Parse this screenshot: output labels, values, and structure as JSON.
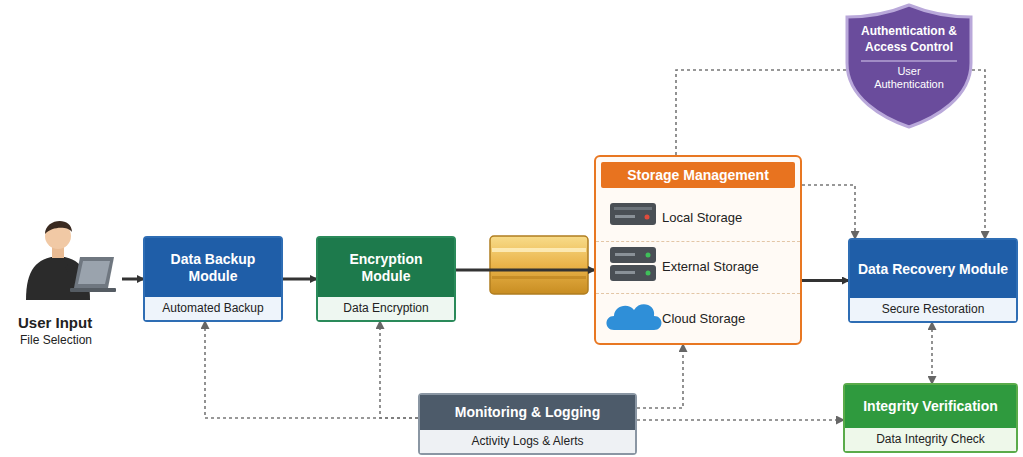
{
  "diagram": {
    "nodes": [
      {
        "text": [
          "User Input",
          "File Selection"
        ]
      },
      {
        "text": [
          "Data Backup Module",
          "Automated Backup"
        ]
      },
      {
        "text": [
          "Encryption Module",
          "Data Encryption"
        ]
      },
      {
        "text": [
          "Storage Management"
        ]
      },
      {
        "text": [
          "Local Storage"
        ],
        "in": 3
      },
      {
        "text": [
          "External Storage"
        ],
        "in": 3
      },
      {
        "text": [
          "Cloud Storage"
        ],
        "in": 3
      },
      {
        "text": [
          "Authentication & Access Control",
          "User Authentication"
        ]
      },
      {
        "text": [
          "Data Recovery Module",
          "Secure Restoration"
        ]
      },
      {
        "text": [
          "Monitoring & Logging",
          "Activity Logs & Alerts"
        ]
      },
      {
        "text": [
          "Integrity Verification",
          "Data Integrity Check"
        ]
      }
    ],
    "edges": [
      {
        "from": 0,
        "to": 1,
        "arrow": "to"
      },
      {
        "from": 1,
        "to": 2,
        "arrow": "to"
      },
      {
        "from": 2,
        "to": 3,
        "arrow": "to"
      },
      {
        "from": 3,
        "to": 8,
        "arrow": "to"
      },
      {
        "from": 3,
        "to": 7,
        "arrow": "none"
      },
      {
        "from": 7,
        "to": 8,
        "arrow": "to"
      },
      {
        "from": 3,
        "to": 8,
        "arrow": "to"
      },
      {
        "from": 8,
        "to": 10,
        "arrow": "both"
      },
      {
        "from": 9,
        "to": 1,
        "arrow": "to"
      },
      {
        "from": 9,
        "to": 2,
        "arrow": "to"
      },
      {
        "from": 9,
        "to": 3,
        "arrow": "to"
      },
      {
        "from": 9,
        "to": 10,
        "arrow": "to"
      }
    ]
  }
}
